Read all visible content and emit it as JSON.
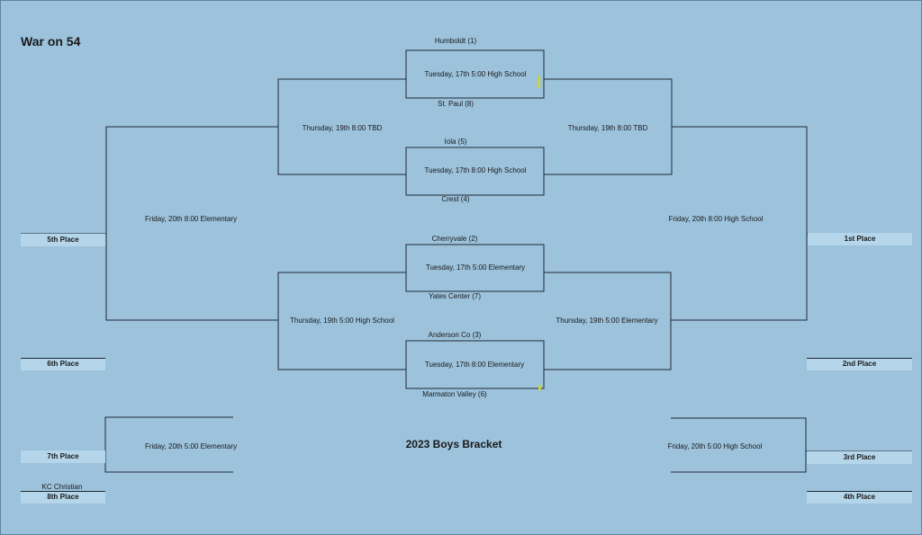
{
  "title": "War on 54",
  "bracket_title": "2023 Boys Bracket",
  "teams": {
    "t1": "Humboldt (1)",
    "t8": "St. Paul (8)",
    "t5": "Iola (5)",
    "t4": "Crest (4)",
    "t2": "Cherryvale (2)",
    "t7": "Yates Center (7)",
    "t3": "Anderson Co (3)",
    "t6": "Marmaton Valley (6)",
    "kc": "KC Christian"
  },
  "games": {
    "g1": "Tuesday, 17th  5:00 High School",
    "g2": "Tuesday, 17th 8:00 High School",
    "g3": "Tuesday, 17th 5:00   Elementary",
    "g4": "Tuesday, 17th 8:00  Elementary",
    "semi_top_left": "Thursday, 19th 8:00 TBD",
    "semi_top_right": "Thursday, 19th 8:00 TBD",
    "semi_bot_left": "Thursday, 19th 5:00 High School",
    "semi_bot_right": "Thursday, 19th 5:00 Elementary",
    "fifth": "Friday, 20th 8:00 Elementary",
    "first": "Friday, 20th 8:00 High School",
    "seventh": "Friday, 20th 5:00 Elementary",
    "third": "Friday, 20th 5:00 High School"
  },
  "places": {
    "p5": "5th Place",
    "p6": "6th Place",
    "p7": "7th Place",
    "p8": "8th Place",
    "p1": "1st Place",
    "p2": "2nd Place",
    "p3": "3rd Place",
    "p4": "4th Place"
  }
}
